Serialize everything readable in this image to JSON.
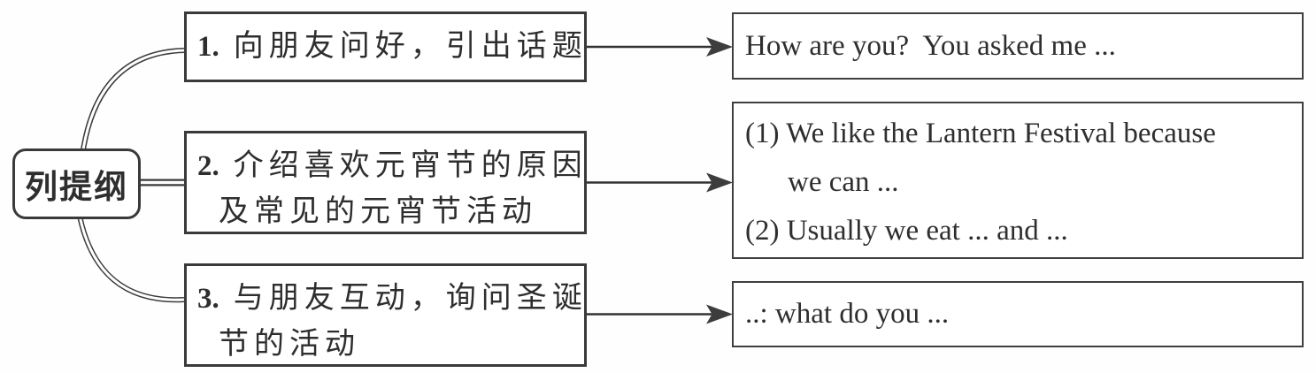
{
  "figure": {
    "title_meaning": "writing-outline flowchart",
    "root_label": "列提纲",
    "steps": [
      {
        "num": "1.",
        "lines": [
          "向朋友问好，引出话题"
        ]
      },
      {
        "num": "2.",
        "lines": [
          "介绍喜欢元宵节的原因",
          "及常见的元宵节活动"
        ]
      },
      {
        "num": "3.",
        "lines": [
          "与朋友互动，询问圣诞",
          "节的活动"
        ]
      }
    ],
    "starters": [
      {
        "lines": [
          "How are you?  You asked me ..."
        ]
      },
      {
        "lines": [
          "(1) We like the Lantern Festival because",
          "we can ...",
          "(2) Usually we eat ... and ..."
        ]
      },
      {
        "lines": [
          "..: what do you ..."
        ]
      }
    ],
    "colors": {
      "ink": "#2e2e2e",
      "border": "#3a3a3a",
      "background": "#ffffff"
    }
  }
}
